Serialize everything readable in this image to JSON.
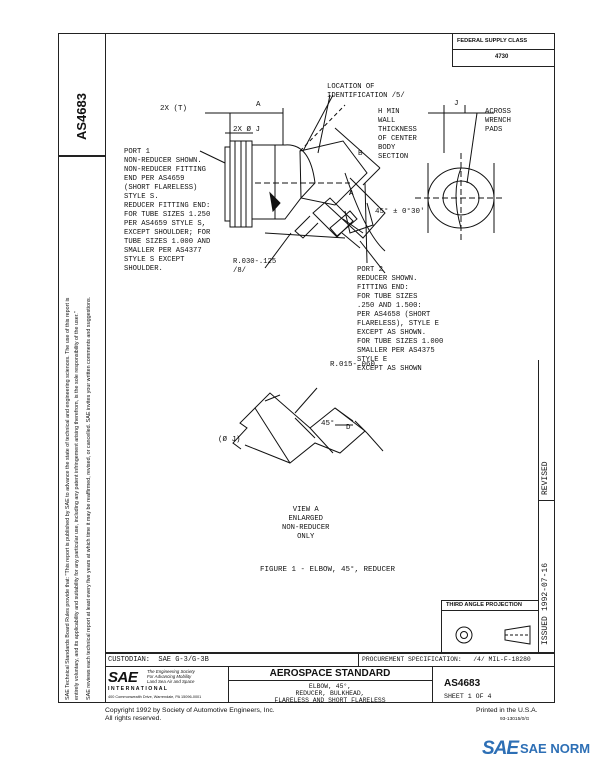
{
  "document_number": "AS4683",
  "federal_supply_class": {
    "label": "FEDERAL SUPPLY CLASS",
    "value": "4730"
  },
  "side_notice": {
    "line1": "SAE Technical Standards Board Rules provide that: \"This report is published by SAE to advance the state of technical and engineering sciences. The use of this report is",
    "line2": "entirely voluntary, and its applicability and suitability for any particular use, including any patent infringement arising therefrom, is the sole responsibility of the user.\"",
    "line3": "SAE reviews each technical report at least every five years at which time it may be reaffirmed, revised, or cancelled. SAE invites your written comments and suggestions."
  },
  "drawing_notes": {
    "two_x_t": "2X (T)",
    "a_dim": "A",
    "two_x_dia_j": "2X Ø J",
    "location": "LOCATION OF\nIDENTIFICATION /5/",
    "h_min": "H MIN\nWALL\nTHICKNESS\nOF CENTER\nBODY\nSECTION",
    "j_dim": "J",
    "across_wrench": "ACROSS\nWRENCH\nPADS",
    "port1": "PORT 1\nNON-REDUCER SHOWN.\nNON-REDUCER FITTING\nEND PER AS4659\n(SHORT FLARELESS)\nSTYLE S.\nREDUCER FITTING END:\nFOR TUBE SIZES 1.250\nPER AS4659 STYLE S,\nEXCEPT SHOULDER; FOR\nTUBE SIZES 1.000 AND\nSMALLER PER AS4377\nSTYLE S EXCEPT\nSHOULDER.",
    "b_dim": "B",
    "a_arrow": "A",
    "angle": "45° ± 0°30'",
    "radius1": "R.030-.125\n/8/",
    "port2": "PORT 2\nREDUCER SHOWN.\nFITTING END:\nFOR TUBE SIZES\n.250 AND 1.500:\nPER AS4658 (SHORT\nFLARELESS), STYLE E\nEXCEPT AS SHOWN.\nFOR TUBE SIZES 1.000\nSMALLER PER AS4375\nSTYLE E\nEXCEPT AS SHOWN",
    "radius2": "R.015-.060",
    "view_angle": "45°",
    "d_dim": "D",
    "dia_j": "(Ø J)",
    "view_a": "VIEW A\nENLARGED\nNON-REDUCER\nONLY",
    "figure_caption": "FIGURE 1 - ELBOW, 45°, REDUCER"
  },
  "revision": {
    "revised_label": "REVISED",
    "issued_label": "ISSUED",
    "issued_date": "1992-07-16"
  },
  "third_angle_label": "THIRD ANGLE PROJECTION",
  "custodian": "CUSTODIAN:  SAE G-3/G-3B",
  "procurement_spec": "PROCUREMENT SPECIFICATION:   /4/ MIL-F-18280",
  "sae_block": {
    "logo": "SAE",
    "tagline": "The Engineering Society\nFor Advancing Mobility\nLand Sea Air and Space",
    "international": "I N T E R N A T I O N A L",
    "address": "400 Commonwealth Drive, Warrendale, PA 15096-0001"
  },
  "title_block": {
    "heading": "AEROSPACE STANDARD",
    "title": "ELBOW, 45°,\nREDUCER, BULKHEAD,\nFLARELESS AND SHORT FLARELESS",
    "doc_number": "AS4683",
    "sheet": "SHEET 1 OF 4"
  },
  "footer": {
    "copyright": "Copyright  1992  by Society of Automotive Engineers, Inc.",
    "rights": "All rights reserved.",
    "printed": "Printed in the U.S.A.",
    "code": "93-13015/0/G"
  },
  "watermark": {
    "mark": "SAE",
    "text": "SAE NORM"
  }
}
